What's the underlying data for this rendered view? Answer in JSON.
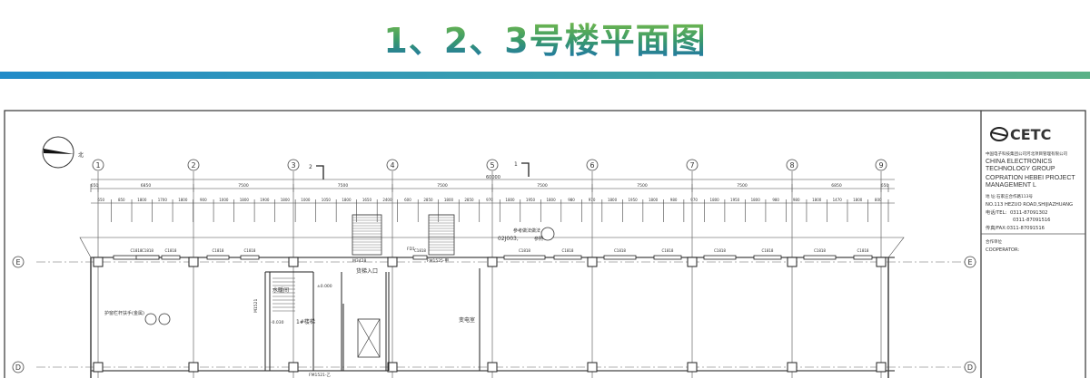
{
  "title": "1、2、3号楼平面图",
  "accent_gradient": [
    "#218bc8",
    "#5bb187"
  ],
  "drawing": {
    "north_label": "北",
    "axes": [
      "1",
      "2",
      "3",
      "4",
      "5",
      "6",
      "7",
      "8",
      "9"
    ],
    "row_axes": [
      "E",
      "D"
    ],
    "section_marks": [
      "2",
      "1"
    ],
    "overall_dim": "60000",
    "main_dims": [
      "650",
      "6850",
      "7500",
      "7500",
      "7500",
      "7500",
      "7500",
      "7500",
      "6850",
      "650"
    ],
    "sub_dims": [
      "650",
      "850",
      "1800",
      "1700",
      "1800",
      "900",
      "1000",
      "1800",
      "1900",
      "1800",
      "1000",
      "1050",
      "1800",
      "1650",
      "2400",
      "600",
      "2850",
      "1800",
      "2850",
      "970",
      "1800",
      "1950",
      "1800",
      "980",
      "970",
      "1800",
      "1950",
      "1800",
      "980",
      "970",
      "1800",
      "1950",
      "1800",
      "980",
      "980",
      "1800",
      "1470",
      "1800",
      "800"
    ],
    "window_tag": "C1818",
    "rooms": {
      "water": "水暖间",
      "stair": "1#楼梯",
      "freight": "货梯入口",
      "substation": "变电室"
    },
    "notes": {
      "railing": "护窗栏杆扶手(金属)",
      "ref": "参考做法做法",
      "ref_code": "02J003,",
      "ref_code2": "参照",
      "door1": "M3428",
      "door2": "FM1525-甲",
      "door3": "FM1521-乙",
      "door4": "M1521",
      "level1": "±0.000",
      "level2": "-0.030",
      "fd": "FD1"
    }
  },
  "title_block": {
    "logo": "CETC",
    "company_cn": "中国电子科技集团公司河北项目管理有限公司",
    "company_en1": "CHINA ELECTRONICS TECHNOLOGY GROUP",
    "company_en2": "COPRATION HEBEI PROJECT MANAGEMENT L",
    "address_cn": "地  址:石家庄合作路113号",
    "address_en": "NO.113 HEZUO ROAD,SHIJIAZHUANG",
    "tel_label": "电话/TEL:",
    "tel1": "0311-87091302",
    "tel2": "0311-87091516",
    "fax": "传真/FAX:0311-87091516",
    "coop_cn": "合作单位",
    "coop_en": "COOPERATOR:"
  }
}
